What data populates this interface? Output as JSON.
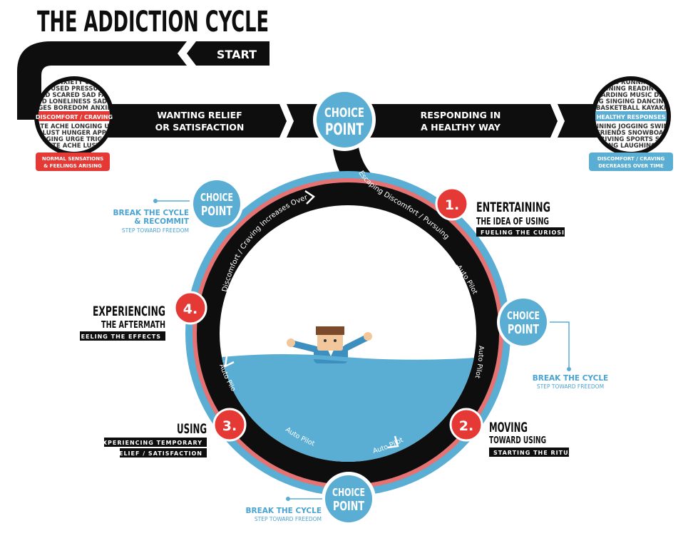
{
  "title": "THE ADDICTION CYCLE",
  "start_label": "START",
  "colors": {
    "black": "#0e0e0e",
    "red": "#e53935",
    "blue": "#5aaed4",
    "light_blue": "#8ecae6",
    "skin": "#f2c79b",
    "hair": "#7a4a2a",
    "suit": "#3d8fbf"
  },
  "top_bar": {
    "left_arrow_text": [
      "WANTING RELIEF",
      "OR SATISFACTION"
    ],
    "right_arrow_text": [
      "RESPONDING IN",
      "A HEALTHY WAY"
    ],
    "choice_point": [
      "CHOICE",
      "POINT"
    ]
  },
  "left_badge": {
    "word_rows": [
      "ANXIETY UN",
      "ABUSED PRESSURE",
      "SAD SCARED SAD FAIL",
      "AND LONELINESS SADNE",
      "URGES BOREDOM ANXIETY"
    ],
    "word_rows_bottom": [
      "PETITE ACHE LONGING URGE",
      "ER LUST HUNGER APPETI",
      "LONGING URGE TRIGGER",
      "PETITE ACHE LUST LO"
    ],
    "label": "DISCOMFORT / CRAVING",
    "caption": [
      "NORMAL SENSATIONS",
      "& FEELINGS ARISING"
    ]
  },
  "right_badge": {
    "word_rows": [
      "NG RUNNING",
      "RUNNING READING HI",
      "ROARDING MUSIC DRIV",
      "NG SINGING DANCING",
      "BASKETBALL KAYAKI"
    ],
    "word_rows_bottom": [
      "RUNNING JOGGING SWIMMI",
      "H FRIENDS SNOWBOARD",
      "DRIVING SPORTS SIN",
      "ING LAUGHING"
    ],
    "label": "HEALTHY RESPONSES",
    "caption": [
      "DISCOMFORT / CRAVING",
      "DECREASES OVER TIME"
    ]
  },
  "ring_labels": {
    "escaping": "Escaping Discomfort / Pursuing Craving",
    "craving_increases": "Discomfort / Craving Increases Over Time",
    "autopilot": "Auto Pilot"
  },
  "stages": [
    {
      "number": "1.",
      "title": [
        "ENTERTAINING",
        "THE IDEA OF USING"
      ],
      "tags": [
        "FUELING THE CURIOSITY"
      ]
    },
    {
      "number": "2.",
      "title": [
        "MOVING",
        "TOWARD USING"
      ],
      "tags": [
        "STARTING THE RITUAL"
      ]
    },
    {
      "number": "3.",
      "title": [
        "USING"
      ],
      "tags": [
        "EXPERIENCING TEMPORARY",
        "RELIEF / SATISFACTION"
      ]
    },
    {
      "number": "4.",
      "title": [
        "EXPERIENCING",
        "THE AFTERMATH"
      ],
      "tags": [
        "FEELING THE EFFECTS"
      ]
    }
  ],
  "choice_points": [
    {
      "words": [
        "CHOICE",
        "POINT"
      ],
      "caption": [
        "BREAK THE CYCLE",
        "& RECOMMIT"
      ],
      "sub": "STEP TOWARD FREEDOM"
    },
    {
      "words": [
        "CHOICE",
        "POINT"
      ],
      "caption": [
        "BREAK THE CYCLE"
      ],
      "sub": "STEP TOWARD FREEDOM"
    },
    {
      "words": [
        "CHOICE",
        "POINT"
      ],
      "caption": [
        "BREAK THE CYCLE"
      ],
      "sub": "STEP TOWARD FREEDOM"
    }
  ]
}
